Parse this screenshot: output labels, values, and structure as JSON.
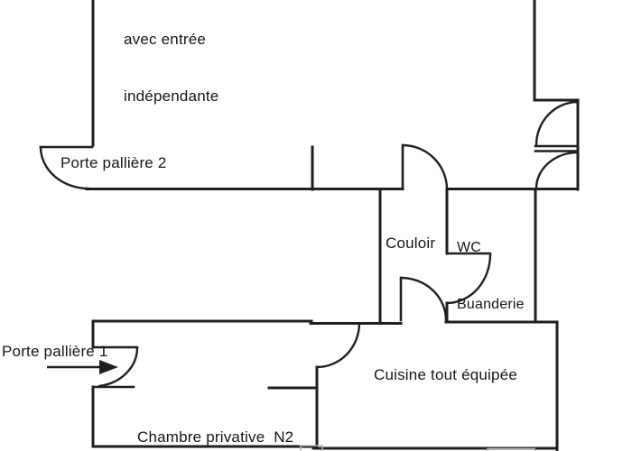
{
  "diagram_type": "floor-plan",
  "language": "fr",
  "colors": {
    "wall": "#1f1f1f",
    "text": "#161616",
    "background": "#ffffff",
    "faded_fragment": "#b5b5b5"
  },
  "labels": {
    "top_room_line1": "avec entrée",
    "top_room_line2": "indépendante",
    "landing_door_2": "Porte pallière 2",
    "wc_line1": "WC",
    "wc_line2": "Buanderie",
    "corridor": "Couloir",
    "landing_door_1": "Porte pallière 1",
    "kitchen": "Cuisine tout équipée",
    "bedroom": "Chambre privative  N2"
  },
  "rooms": [
    {
      "name": "avec entrée indépendante"
    },
    {
      "name": "Couloir"
    },
    {
      "name": "WC Buanderie"
    },
    {
      "name": "Cuisine tout équipée"
    },
    {
      "name": "Chambre privative N2"
    }
  ],
  "doors": [
    {
      "name": "Porte pallière 2"
    },
    {
      "name": "Porte pallière 1"
    }
  ],
  "arrow": {
    "meaning": "entrance direction to Porte pallière 1",
    "direction": "right"
  }
}
